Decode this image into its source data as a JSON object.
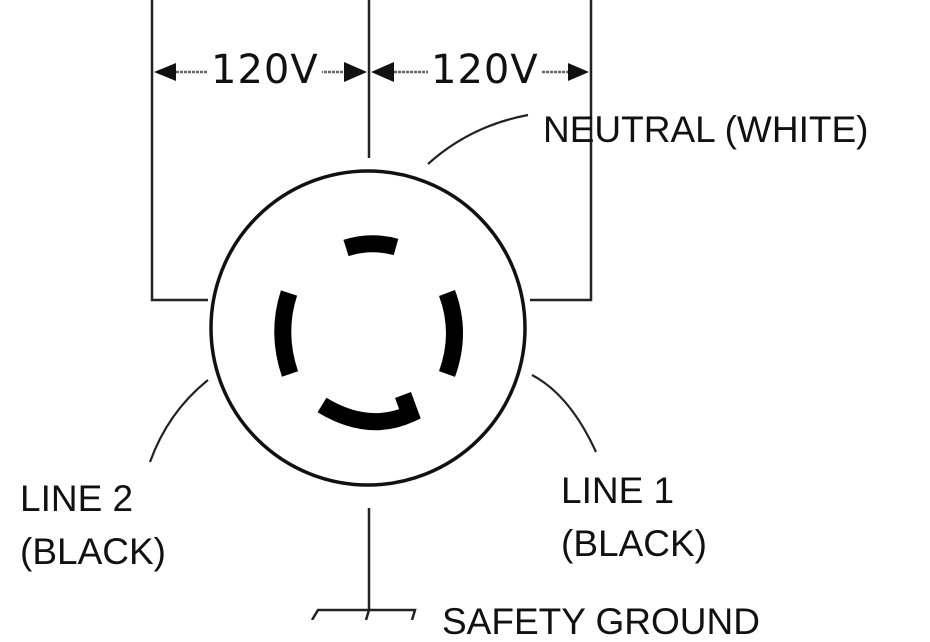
{
  "diagram": {
    "type": "NEMA L14 twist-lock receptacle wiring diagram",
    "voltage_labels": {
      "left": "120V",
      "right": "120V"
    },
    "terminals": {
      "neutral": "NEUTRAL (WHITE)",
      "line2_line1": "LINE 2",
      "line2_line2": "(BLACK)",
      "line1_line1": "LINE 1",
      "line1_line2": "(BLACK)",
      "ground": "SAFETY GROUND"
    },
    "colors": {
      "ink": "#111111",
      "background": "#ffffff",
      "dimension_line": "#555555"
    }
  }
}
